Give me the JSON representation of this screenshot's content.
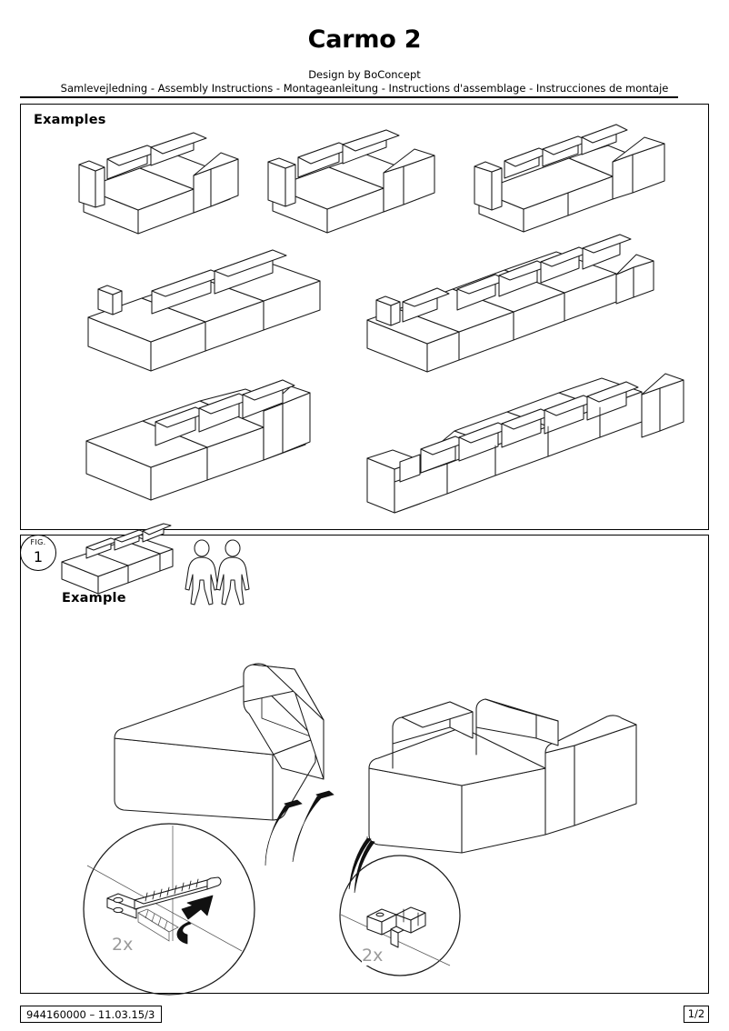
{
  "header": {
    "title": "Carmo 2",
    "designer": "Design by BoConcept",
    "languages": "Samlevejledning - Assembly Instructions - Montageanleitung - Instructions d'assemblage - Instrucciones de montaje"
  },
  "examples": {
    "title": "Examples",
    "items": [
      {
        "name": "two-seat-sofa-with-arms",
        "row": 1,
        "col": 1
      },
      {
        "name": "two-seat-sofa-wide-arms",
        "row": 1,
        "col": 2
      },
      {
        "name": "three-seat-sofa-with-arms",
        "row": 1,
        "col": 3
      },
      {
        "name": "chaise-lounge-three-module",
        "row": 2,
        "col": 1
      },
      {
        "name": "corner-sofa-five-module",
        "row": 2,
        "col": 2
      },
      {
        "name": "three-seat-sofa-chaise-end",
        "row": 3,
        "col": 1
      },
      {
        "name": "large-corner-sofa-six-module",
        "row": 3,
        "col": 2
      }
    ]
  },
  "figure": {
    "badge_word": "FIG.",
    "badge_number": "1",
    "example_label": "Example",
    "people_required": 2,
    "callouts": [
      {
        "name": "strap-connector-detail",
        "quantity": "2x"
      },
      {
        "name": "bracket-clip-detail",
        "quantity": "2x"
      }
    ]
  },
  "footer": {
    "document_code": "944160000  –  11.03.15/3",
    "page": "1/2"
  },
  "colors": {
    "ink": "#1a1a1a",
    "paper": "#ffffff",
    "qty_gray": "#9a9a9a"
  }
}
